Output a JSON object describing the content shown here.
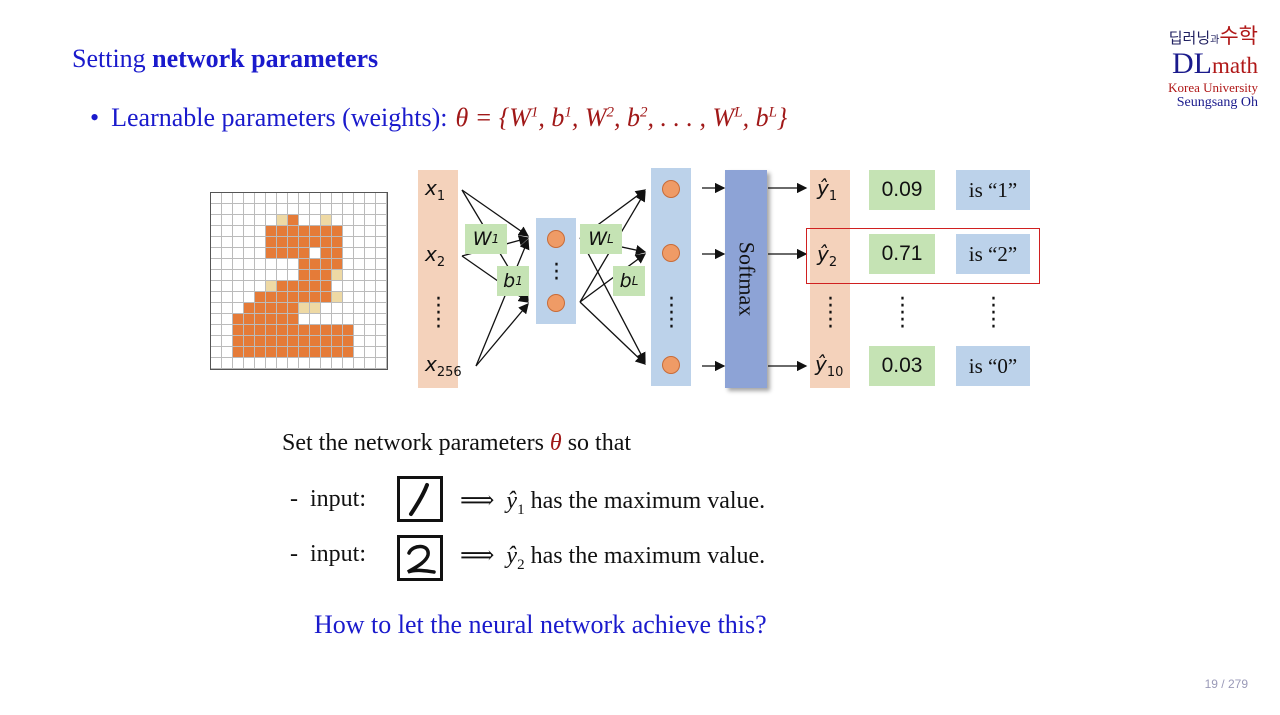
{
  "slide": {
    "title_normal": "Setting ",
    "title_bold": "network parameters",
    "bullet_label": "Learnable parameters (weights):",
    "page_number": "19 / 279"
  },
  "logo": {
    "korean_left": "딥러닝",
    "korean_mid": "과",
    "korean_right": "수학",
    "dl": "DL",
    "math": "math",
    "university": "Korea University",
    "author": "Seungsang Oh"
  },
  "diagram": {
    "softmax_label": "Softmax",
    "outputs": [
      {
        "value": "0.09",
        "label": "is “1”"
      },
      {
        "value": "0.71",
        "label": "is “2”"
      },
      {
        "value": "0.03",
        "label": "is “0”"
      }
    ],
    "highlighted_output": 1,
    "digit_colors": {
      "dark": "#e57b38",
      "light": "#eed9a4",
      "empty": "#ffffff"
    }
  },
  "text": {
    "set_prefix": "Set the network parameters",
    "set_theta": "θ",
    "set_suffix": "so that",
    "dash": "-",
    "input_label": "input:",
    "implies": "⟹",
    "has_max": "has the maximum value.",
    "question": "How to let the neural network achieve this?"
  }
}
